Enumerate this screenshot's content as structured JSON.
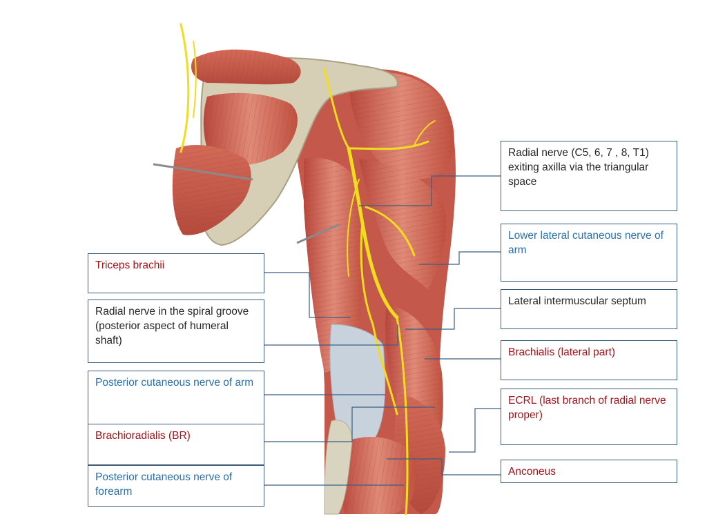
{
  "labels": {
    "radial_axilla": {
      "text": "Radial nerve (C5, 6, 7 , 8, T1) exiting axilla via the triangular space",
      "color": "#262626"
    },
    "lower_lateral_cutaneous": {
      "text": "Lower lateral cutaneous nerve of arm",
      "color": "#2a6eaa"
    },
    "lateral_intermuscular_septum": {
      "text": "Lateral intermuscular septum",
      "color": "#262626"
    },
    "brachialis_lateral": {
      "text": "Brachialis (lateral part)",
      "color": "#a3141a"
    },
    "ecrl": {
      "text": "ECRL (last branch of radial nerve proper)",
      "color": "#a3141a"
    },
    "anconeus": {
      "text": "Anconeus",
      "color": "#a3141a"
    },
    "triceps_brachii": {
      "text": "Triceps brachii",
      "color": "#a3141a"
    },
    "radial_spiral_groove": {
      "text": "Radial nerve in the spiral groove (posterior aspect of humeral shaft)",
      "color": "#262626"
    },
    "posterior_cutaneous_arm": {
      "text": "Posterior cutaneous nerve of arm",
      "color": "#2a6eaa"
    },
    "brachioradialis": {
      "text": "Brachioradialis (BR)",
      "color": "#a3141a"
    },
    "posterior_cutaneous_forearm": {
      "text": "Posterior cutaneous nerve of forearm",
      "color": "#2a6eaa"
    }
  },
  "colors": {
    "muscle": "#c9574a",
    "muscle_light": "#e08a78",
    "nerve": "#f2dc1e",
    "bone": "#d9d4bf",
    "tendon": "#cfd8e0",
    "leader_line": "#3b5e82",
    "box_border": "#3b5a7a"
  }
}
